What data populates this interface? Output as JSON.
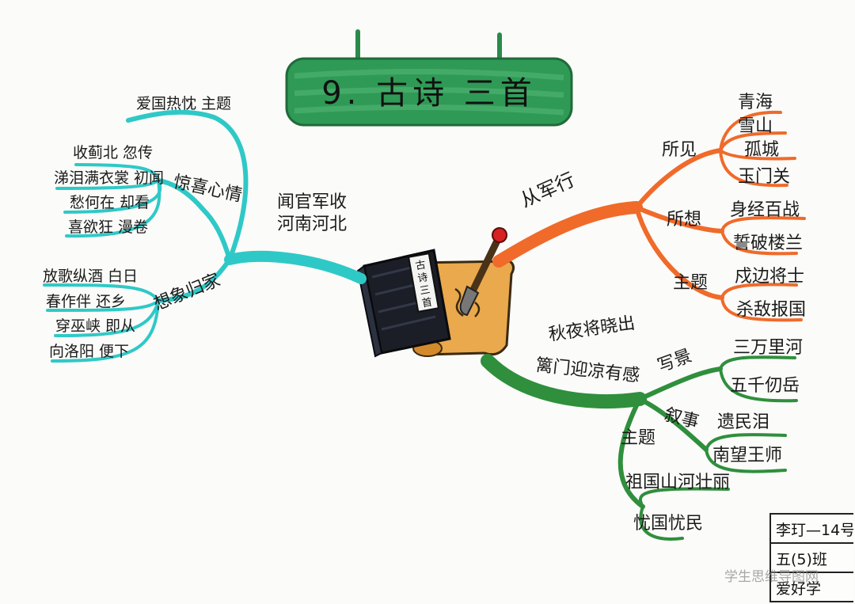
{
  "title": "9. 古诗 三首",
  "center": {
    "book_label": "古诗三首"
  },
  "colors": {
    "cyan": "#2ec9c7",
    "orange": "#f06a2a",
    "green": "#2f8f3c",
    "title_green": "#2a8a4a",
    "book": "#1b1e26",
    "scroll": "#e9a94c"
  },
  "poems": {
    "left": {
      "name": "闻官军收河南河北",
      "name_lines": [
        "闻官军收",
        "河南河北"
      ],
      "theme": "爱国热忱 主题",
      "branch1": {
        "label": "惊喜心情",
        "items": [
          "收蓟北 忽传",
          "涕泪满衣裳 初闻",
          "愁何在 却看",
          "喜欲狂 漫卷"
        ]
      },
      "branch2": {
        "label": "想象归家",
        "items": [
          "放歌纵酒 白日",
          "春作伴 还乡",
          "穿巫峡 即从",
          "向洛阳 便下"
        ]
      }
    },
    "right_top": {
      "name": "从军行",
      "seen": {
        "label": "所见",
        "items": [
          "青海",
          "雪山",
          "孤城",
          "玉门关"
        ]
      },
      "thought": {
        "label": "所想",
        "items": [
          "身经百战",
          "誓破楼兰"
        ]
      },
      "theme": {
        "label": "主题",
        "items": [
          "戍边将士",
          "杀敌报国"
        ]
      }
    },
    "right_bottom": {
      "name_lines": [
        "秋夜将晓出",
        "篱门迎凉有感"
      ],
      "scene": {
        "label": "写景",
        "items": [
          "三万里河",
          "五千仞岳"
        ]
      },
      "narrate": {
        "label": "叙事",
        "items": [
          "遗民泪",
          "南望王师"
        ]
      },
      "theme": {
        "label": "主题",
        "items": [
          "祖国山河壮丽",
          "忧国忧民"
        ]
      }
    }
  },
  "name_box": [
    "李玎—14号",
    "五(5)班",
    "爱好学"
  ],
  "watermark": "学生思维导图网"
}
